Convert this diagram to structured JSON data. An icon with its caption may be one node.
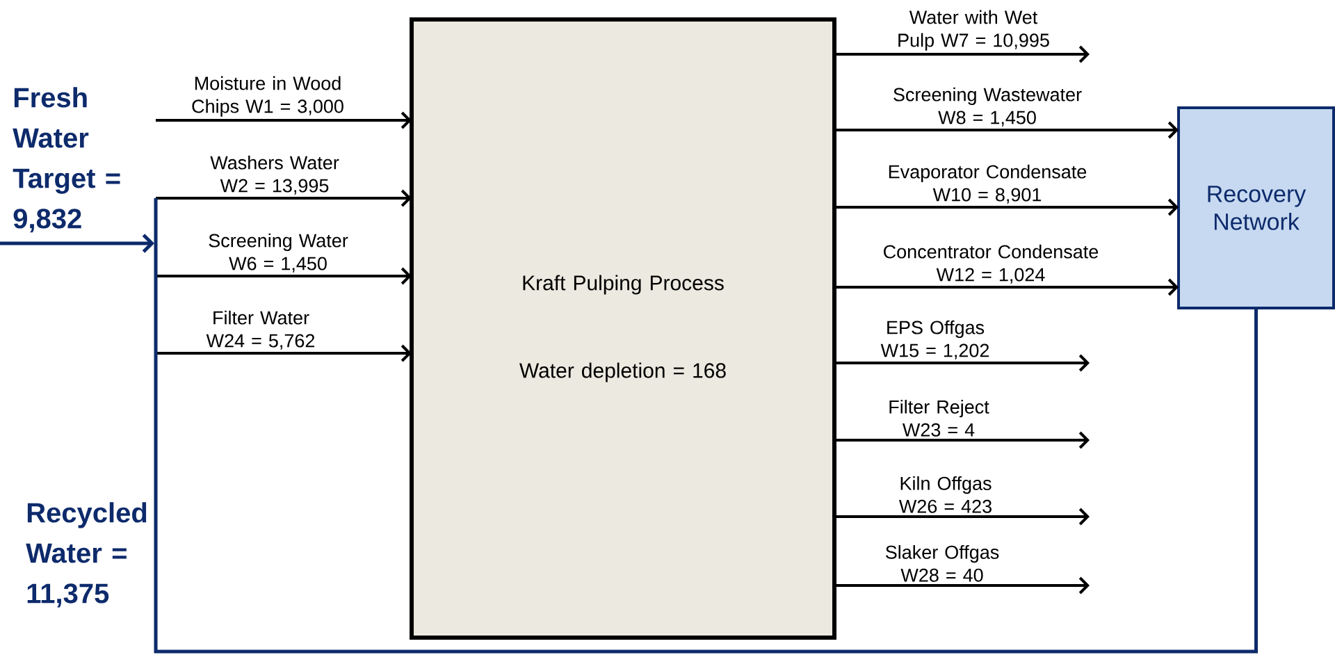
{
  "diagram": {
    "nodes": [
      {
        "text": [
          "Kraft Pulping Process",
          "Water depletion = 168"
        ]
      },
      {
        "text": [
          "Recovery Network"
        ]
      }
    ],
    "edges": [
      {
        "from": null,
        "to": 0,
        "arrow": "to",
        "label": "Moisture in Wood Chips W1 = 3,000"
      },
      {
        "from": null,
        "to": 0,
        "arrow": "to",
        "label": "Washers Water W2 = 13,995"
      },
      {
        "from": null,
        "to": 0,
        "arrow": "to",
        "label": "Screening Water W6 = 1,450"
      },
      {
        "from": null,
        "to": 0,
        "arrow": "to",
        "label": "Filter Water W24 = 5,762"
      },
      {
        "from": 0,
        "to": null,
        "arrow": "to",
        "label": "Water with Wet Pulp W7 = 10,995"
      },
      {
        "from": 0,
        "to": 1,
        "arrow": "to",
        "label": "Screening Wastewater W8 = 1,450"
      },
      {
        "from": 0,
        "to": 1,
        "arrow": "to",
        "label": "Evaporator Condensate W10 = 8,901"
      },
      {
        "from": 0,
        "to": 1,
        "arrow": "to",
        "label": "Concentrator Condensate W12 = 1,024"
      },
      {
        "from": 0,
        "to": null,
        "arrow": "to",
        "label": "EPS Offgas W15 = 1,202"
      },
      {
        "from": 0,
        "to": null,
        "arrow": "to",
        "label": "Filter Reject W23 = 4"
      },
      {
        "from": 0,
        "to": null,
        "arrow": "to",
        "label": "Kiln Offgas W26 = 423"
      },
      {
        "from": 0,
        "to": null,
        "arrow": "to",
        "label": "Slaker Offgas W28 = 40"
      },
      {
        "from": 1,
        "to": null,
        "arrow": "none",
        "color": "#0d2a6b"
      }
    ],
    "labels": [
      "Fresh Water Target = 9,832",
      "Recycled Water = 11,375"
    ]
  }
}
